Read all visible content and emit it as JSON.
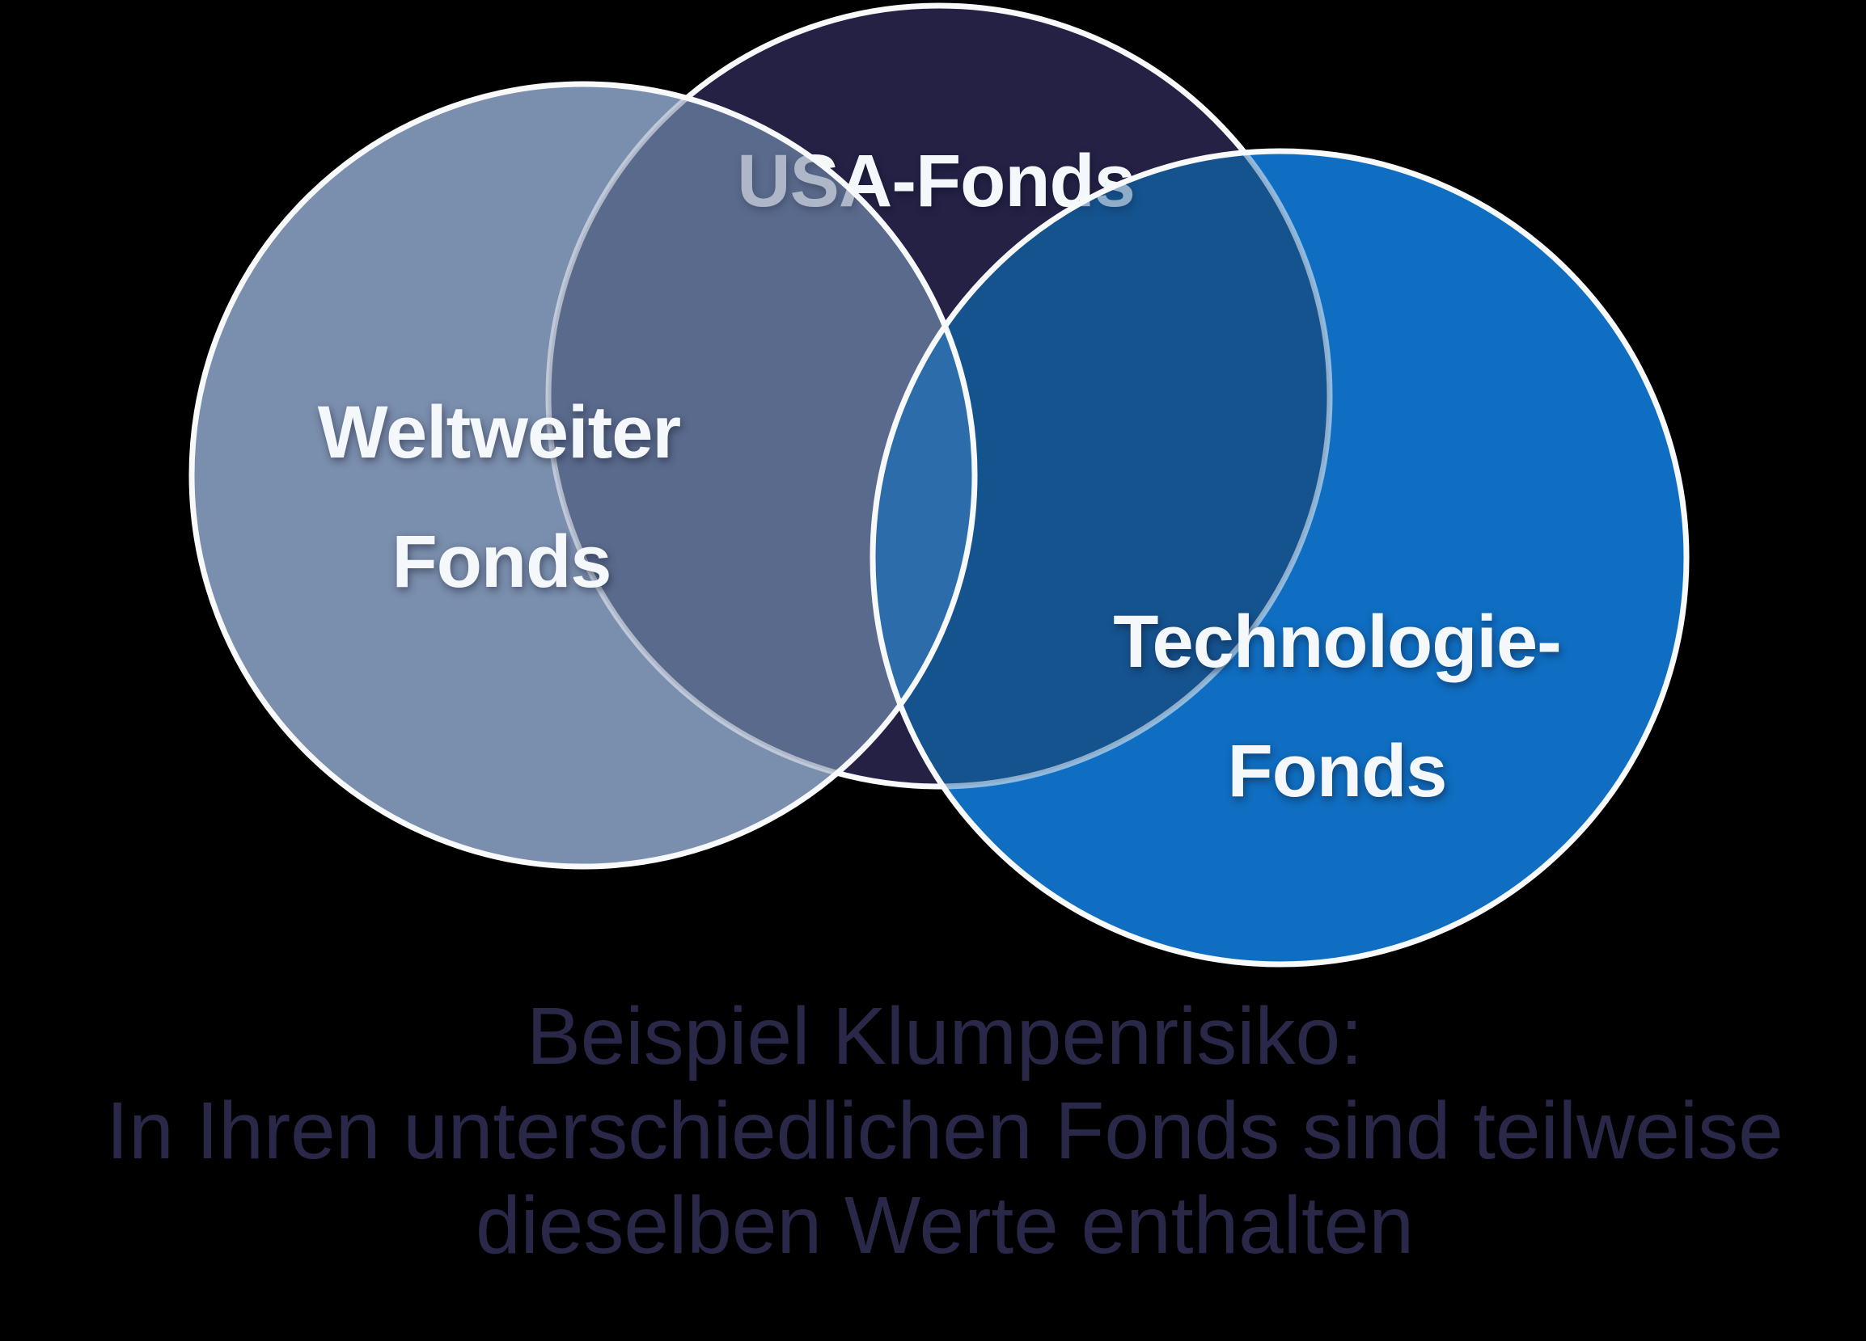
{
  "colors": {
    "background": "#000000",
    "gray_circle": "#7a8fae",
    "navy_circle": "#242145",
    "blue_circle": "#0f6ec1",
    "gray_navy_overlap": "#5a6a8c",
    "navy_blue_overlap": "#15538f",
    "triple_overlap": "#2d6caa",
    "circle_outline": "#f7f9fb",
    "label_text": "#f5f8fa",
    "caption_text": "#2a2849"
  },
  "venn": {
    "weltweiter": {
      "line1": "Weltweiter",
      "line2": "Fonds"
    },
    "usa": {
      "label": "USA-Fonds"
    },
    "technologie": {
      "line1": "Technologie-",
      "line2": "Fonds"
    }
  },
  "caption": {
    "line1": "Beispiel Klumpenrisiko:",
    "line2": "In Ihren unterschiedlichen Fonds sind teilweise",
    "line3": "dieselben Werte enthalten"
  }
}
